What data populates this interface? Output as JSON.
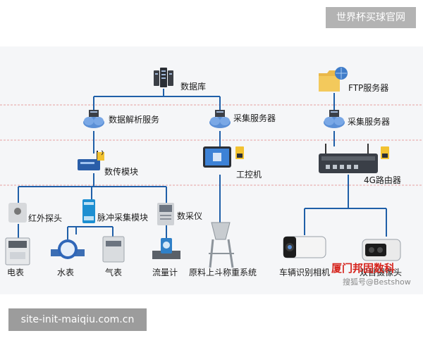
{
  "header": {
    "site_badge": "世界杯买球官网"
  },
  "footer": {
    "url_label": "site-init-maiqiu.com.cn"
  },
  "nodes": {
    "database": "数据库",
    "data_parse_service": "数据解析服务",
    "collection_server_left": "采集服务器",
    "ftp_server": "FTP服务器",
    "collection_server_right": "采集服务器",
    "dtu_module": "数传模块",
    "industrial_pc": "工控机",
    "router_4g": "4G路由器",
    "infrared_probe": "红外探头",
    "pulse_module": "脉冲采集模块",
    "data_logger": "数采仪",
    "electric_meter": "电表",
    "water_meter": "水表",
    "gas_meter": "气表",
    "flow_meter": "流量计",
    "weighing_system": "原料上斗称重系统",
    "plate_camera": "车辆识别相机",
    "binocular_camera": "双目摄像头"
  },
  "watermarks": {
    "company": "厦门邦固数科",
    "source": "搜狐号@Bestshow"
  },
  "colors": {
    "line": "#1f5fa8",
    "dashed_red": "#e8a0a0",
    "cloud": "#5b8fd6"
  }
}
